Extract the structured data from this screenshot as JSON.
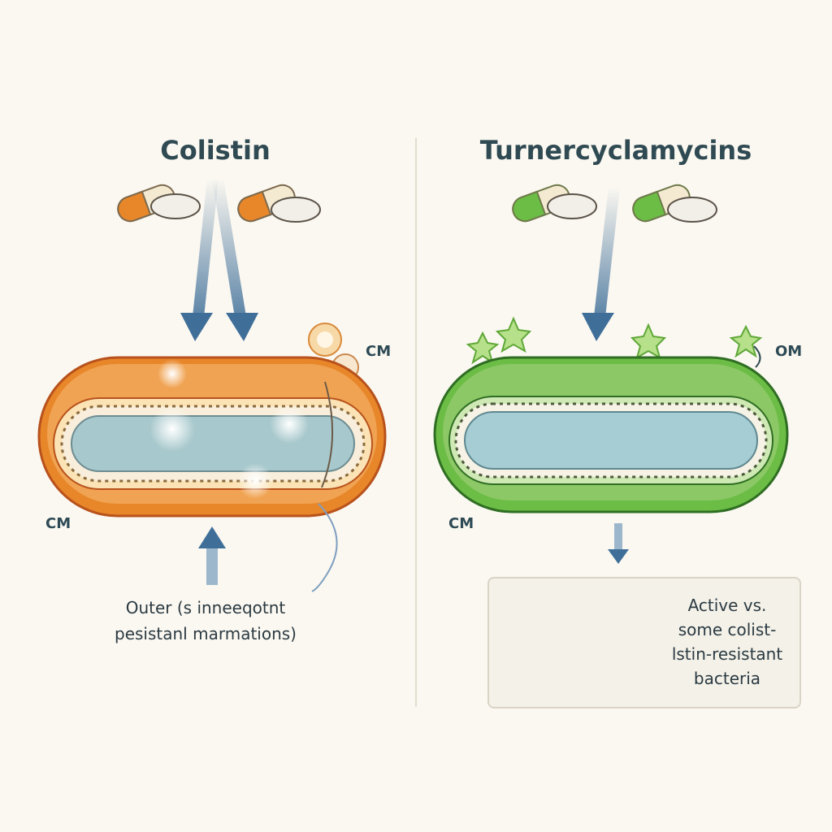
{
  "left_panel": {
    "title": "Colistin",
    "label_right": "CM",
    "label_left": "CM",
    "caption_lines": [
      "Outer (s inneeqotnt",
      "pesistanl marmations)"
    ]
  },
  "right_panel": {
    "title": "Turnercyclamycins",
    "label_right": "OM",
    "label_left": "CM",
    "box_lines": [
      "Active vs.",
      "some colist-",
      "lstin-resistant",
      "bacteria"
    ]
  },
  "colors": {
    "orange_capsule": "#e8862a",
    "green_capsule": "#6cbd45",
    "orange_cell": "#f0a352",
    "green_cell": "#8cc866",
    "arrow": "#3f6f99",
    "cytoplasm": "#a7c8cc",
    "text": "#2f4a52"
  }
}
